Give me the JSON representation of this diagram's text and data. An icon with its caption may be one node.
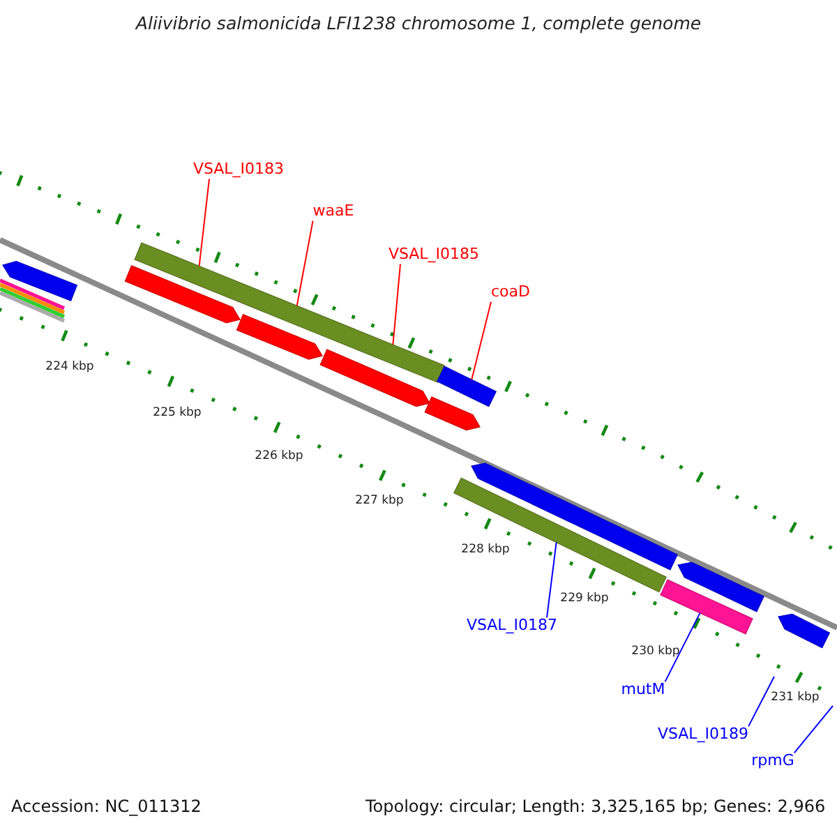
{
  "diagram": {
    "title": "Aliivibrio salmonicida LFI1238 chromosome 1, complete genome",
    "nodes": [
      {
        "text": [
          "VSAL_I0183"
        ]
      },
      {
        "text": [
          "waaE"
        ]
      },
      {
        "text": [
          "VSAL_I0185"
        ]
      },
      {
        "text": [
          "coaD"
        ]
      },
      {
        "text": [
          "VSAL_I0187"
        ]
      },
      {
        "text": [
          "mutM"
        ]
      },
      {
        "text": [
          "VSAL_I0189"
        ]
      },
      {
        "text": [
          "rpmG"
        ]
      },
      {
        "text": [],
        "shape": "bar"
      },
      {
        "text": [],
        "shape": "bar"
      },
      {
        "text": [],
        "shape": "bar"
      },
      {
        "text": [],
        "shape": "bar"
      },
      {
        "text": [],
        "shape": "bar"
      },
      {
        "text": [],
        "shape": "bar"
      },
      {
        "text": [],
        "shape": "bar"
      },
      {
        "text": [],
        "shape": "bar"
      },
      {
        "text": [],
        "shape": "bar"
      },
      {
        "text": [],
        "shape": "bar"
      },
      {
        "text": [],
        "shape": "bar"
      },
      {
        "text": [],
        "shape": "bar"
      }
    ],
    "edges": [
      {
        "from": 0,
        "to": 9,
        "arrow": "none",
        "color": "#ff0000"
      },
      {
        "from": 1,
        "to": 9,
        "arrow": "none",
        "color": "#ff0000"
      },
      {
        "from": 2,
        "to": 9,
        "arrow": "none",
        "color": "#ff0000"
      },
      {
        "from": 3,
        "to": 10,
        "arrow": "none",
        "color": "#ff0000"
      },
      {
        "from": 4,
        "to": 16,
        "arrow": "none",
        "color": "#0000ff"
      },
      {
        "from": 5,
        "to": 18,
        "arrow": "none",
        "color": "#0000ff"
      },
      {
        "from": 6,
        "to": null,
        "arrow": "none",
        "color": "#0000ff"
      },
      {
        "from": 7,
        "to": null,
        "arrow": "none",
        "color": "#0000ff"
      }
    ],
    "labels": [
      "224 kbp",
      "225 kbp",
      "226 kbp",
      "227 kbp",
      "228 kbp",
      "229 kbp",
      "230 kbp",
      "231 kbp",
      "Accession: NC_011312",
      "Topology: circular; Length: 3,325,165 bp; Genes: 2,966"
    ]
  }
}
